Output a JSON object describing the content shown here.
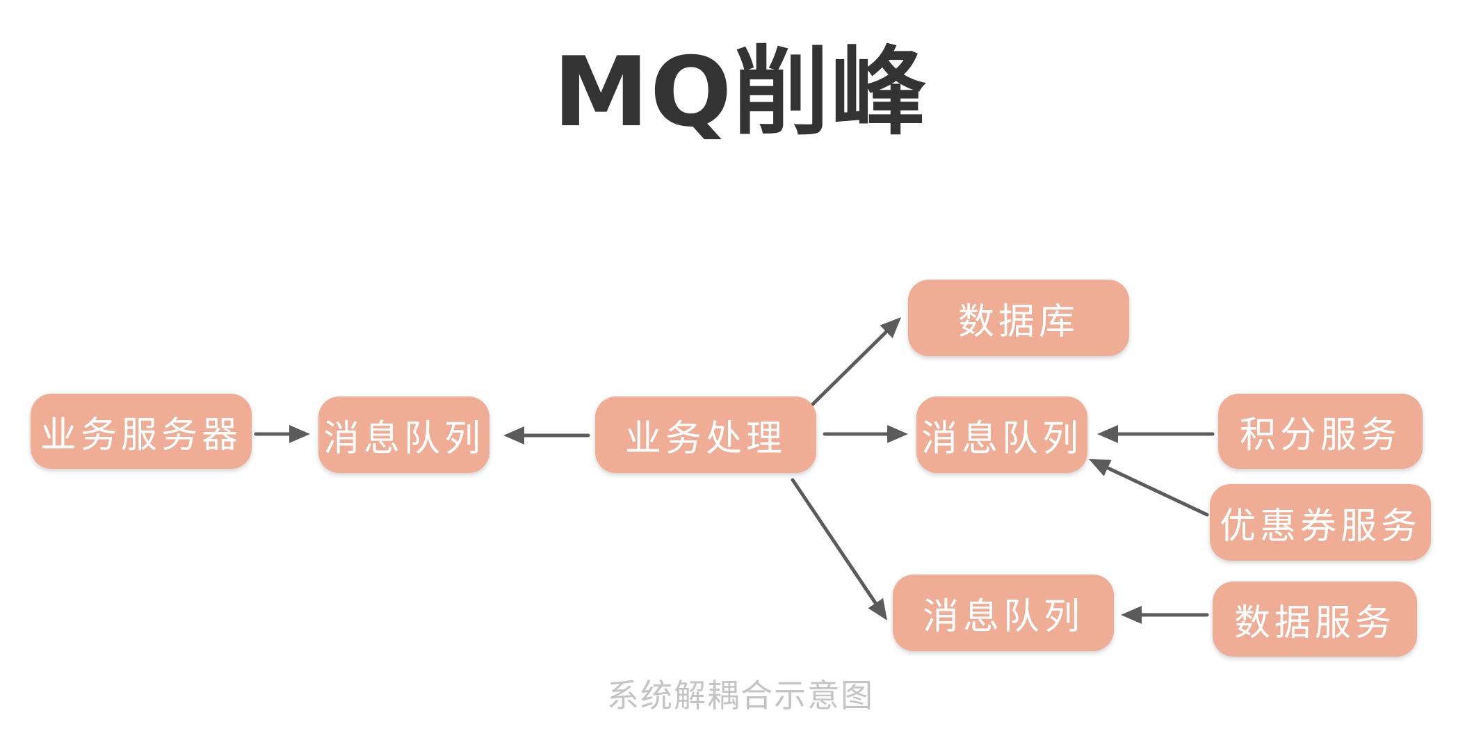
{
  "title": "MQ削峰",
  "caption": "系统解耦合示意图",
  "nodes": {
    "business_server": "业务服务器",
    "queue_left": "消息队列",
    "business_processing": "业务处理",
    "database": "数据库",
    "queue_middle": "消息队列",
    "queue_bottom": "消息队列",
    "points_service": "积分服务",
    "coupon_service": "优惠券服务",
    "data_service": "数据服务"
  },
  "colors": {
    "node_fill": "#f0ad95",
    "node_text": "#ffffff",
    "arrow": "#5b5b5b",
    "title": "#333333",
    "caption": "#c4c4c4"
  }
}
